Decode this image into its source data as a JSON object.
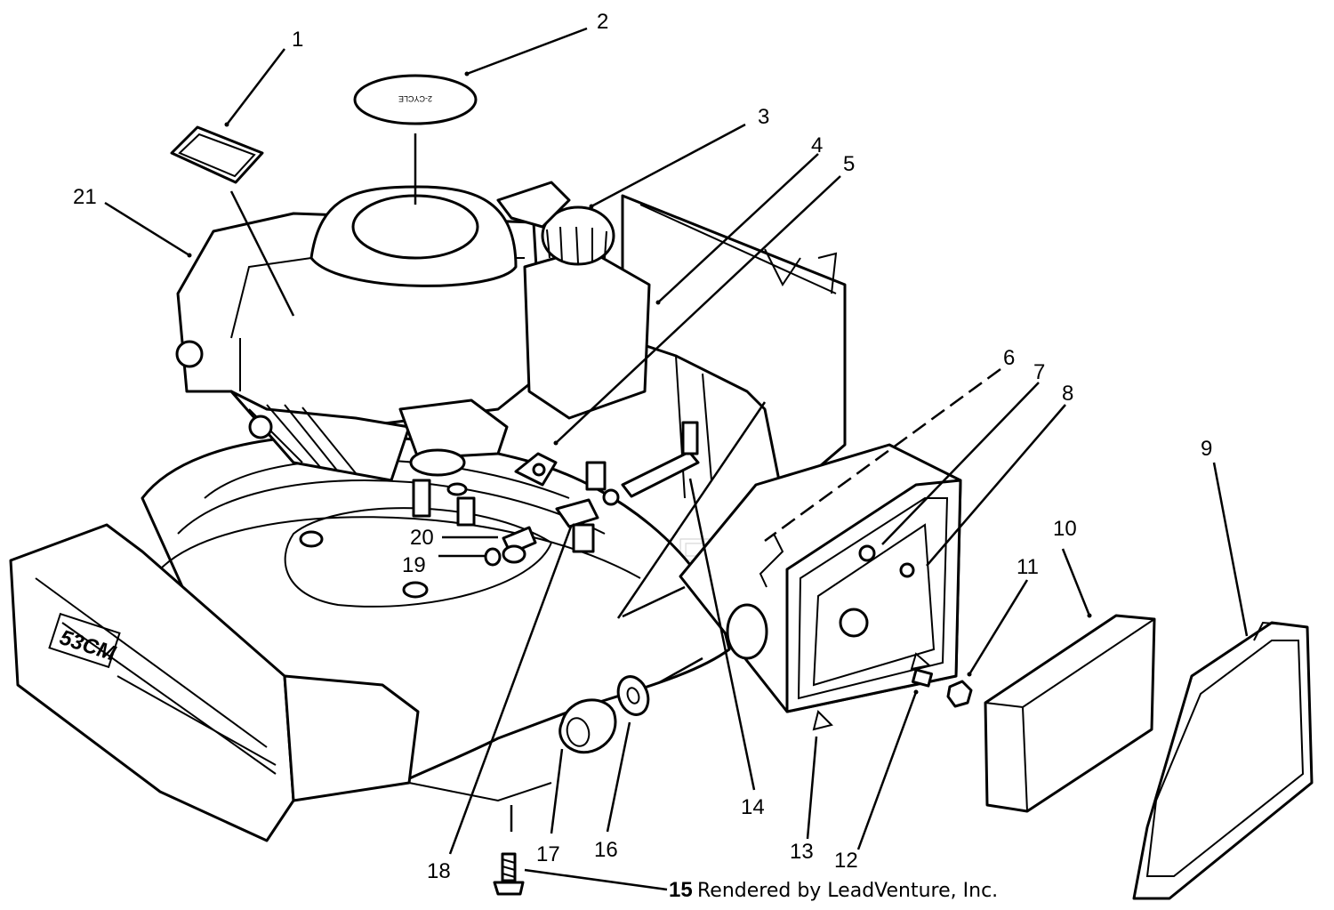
{
  "diagram": {
    "callouts": [
      "1",
      "2",
      "3",
      "4",
      "5",
      "6",
      "7",
      "8",
      "9",
      "10",
      "11",
      "12",
      "13",
      "14",
      "15",
      "16",
      "17",
      "18",
      "19",
      "20",
      "21"
    ],
    "deck_label": "53CM",
    "decal_text": "2-CYCLE",
    "watermark": "LEADVENTURE",
    "credit": "Rendered by LeadVenture, Inc."
  }
}
